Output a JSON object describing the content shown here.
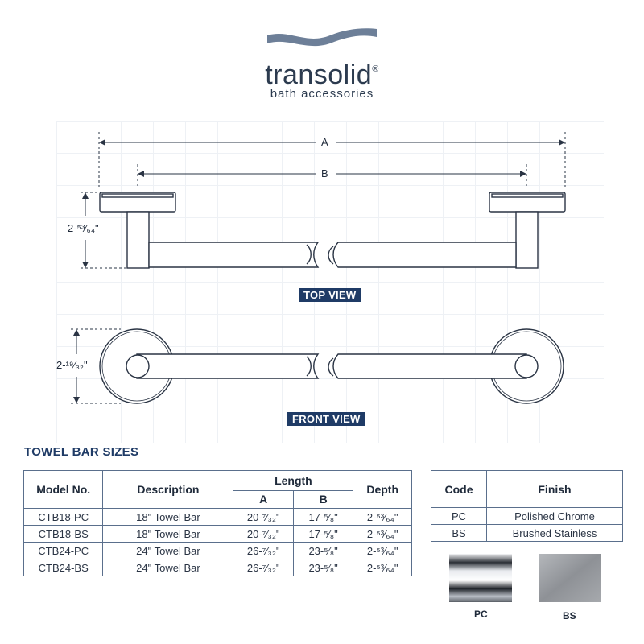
{
  "brand": {
    "name": "transolid",
    "registered_mark": "®",
    "tagline": "bath accessories",
    "wave_color": "#6d7f98"
  },
  "diagram": {
    "dim_a_label": "A",
    "dim_b_label": "B",
    "top_view": {
      "label": "TOP VIEW",
      "depth_label": "2-⁵³⁄₆₄\""
    },
    "front_view": {
      "label": "FRONT VIEW",
      "height_label": "2-¹⁹⁄₃₂\""
    }
  },
  "sizes_table": {
    "title": "TOWEL BAR SIZES",
    "headers": {
      "model": "Model No.",
      "description": "Description",
      "length": "Length",
      "length_a": "A",
      "length_b": "B",
      "depth": "Depth"
    },
    "rows": [
      {
        "model": "CTB18-PC",
        "description": "18\" Towel Bar",
        "a": "20-⁷⁄₃₂\"",
        "b": "17-⁵⁄₈\"",
        "depth": "2-⁵³⁄₆₄\""
      },
      {
        "model": "CTB18-BS",
        "description": "18\" Towel Bar",
        "a": "20-⁷⁄₃₂\"",
        "b": "17-⁵⁄₈\"",
        "depth": "2-⁵³⁄₆₄\""
      },
      {
        "model": "CTB24-PC",
        "description": "24\" Towel Bar",
        "a": "26-⁷⁄₃₂\"",
        "b": "23-⁵⁄₈\"",
        "depth": "2-⁵³⁄₆₄\""
      },
      {
        "model": "CTB24-BS",
        "description": "24\" Towel Bar",
        "a": "26-⁷⁄₃₂\"",
        "b": "23-⁵⁄₈\"",
        "depth": "2-⁵³⁄₆₄\""
      }
    ]
  },
  "finish_table": {
    "headers": {
      "code": "Code",
      "finish": "Finish"
    },
    "rows": [
      {
        "code": "PC",
        "finish": "Polished Chrome"
      },
      {
        "code": "BS",
        "finish": "Brushed Stainless"
      }
    ]
  },
  "swatches": [
    {
      "code": "PC",
      "color": "#cfd3d8"
    },
    {
      "code": "BS",
      "color": "#9a9da1"
    }
  ]
}
